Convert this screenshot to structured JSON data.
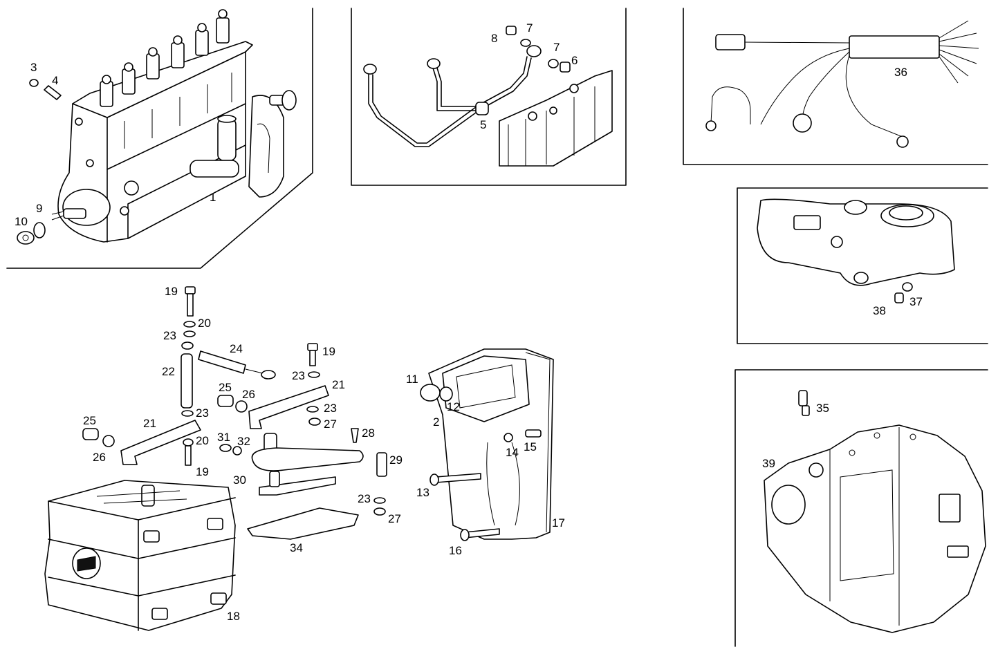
{
  "callouts": {
    "c1": "1",
    "c2": "2",
    "c3": "3",
    "c4": "4",
    "c5": "5",
    "c6": "6",
    "c7a": "7",
    "c7b": "7",
    "c8": "8",
    "c9": "9",
    "c10": "10",
    "c11": "11",
    "c12": "12",
    "c13": "13",
    "c14": "14",
    "c15": "15",
    "c16": "16",
    "c17": "17",
    "c18": "18",
    "c19a": "19",
    "c19b": "19",
    "c19c": "19",
    "c20a": "20",
    "c20b": "20",
    "c21a": "21",
    "c21b": "21",
    "c22": "22",
    "c23a": "23",
    "c23b": "23",
    "c23c": "23",
    "c23d": "23",
    "c23e": "23",
    "c24": "24",
    "c25a": "25",
    "c25b": "25",
    "c26a": "26",
    "c26b": "26",
    "c27a": "27",
    "c27b": "27",
    "c28": "28",
    "c29": "29",
    "c30": "30",
    "c31": "31",
    "c32": "32",
    "c34": "34",
    "c35": "35",
    "c36": "36",
    "c37": "37",
    "c38": "38",
    "c39": "39"
  }
}
